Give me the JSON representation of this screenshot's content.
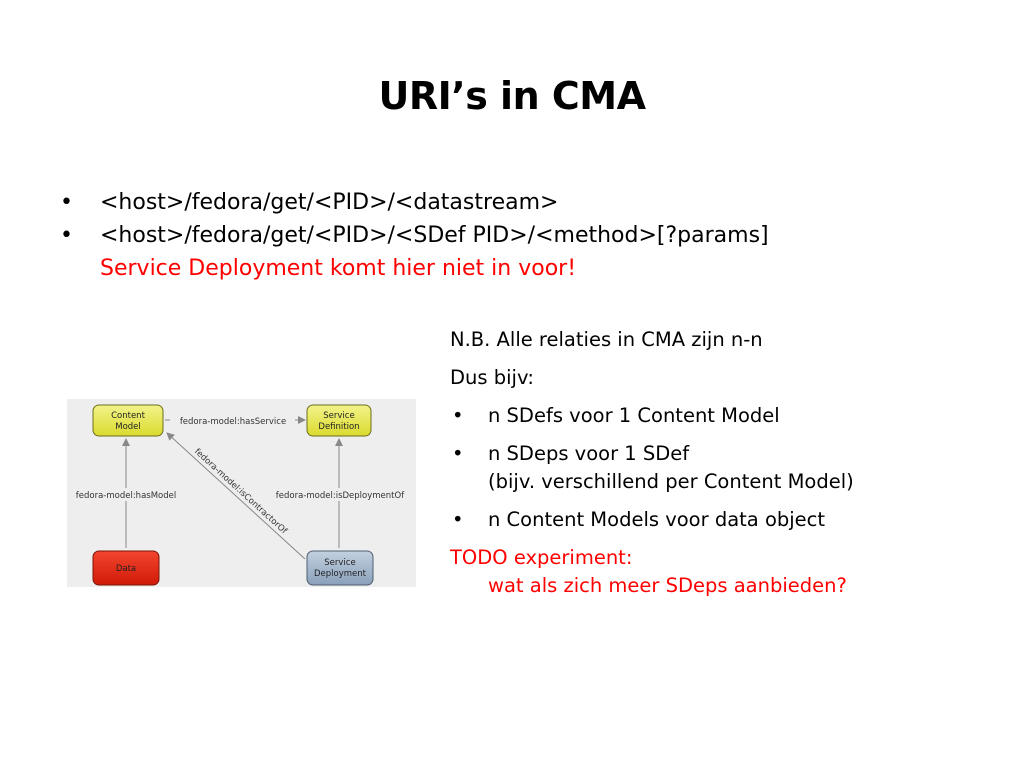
{
  "slide": {
    "title": "URI’s in CMA",
    "bullets": [
      {
        "text": "<host>/fedora/get/<PID>/<datastream>"
      },
      {
        "text": "<host>/fedora/get/<PID>/<SDef PID>/<method>[?params]",
        "note": "Service Deployment komt hier niet in voor!"
      }
    ],
    "bullet_glyph": "•"
  },
  "notes": {
    "nb": "N.B. Alle relaties in CMA zijn n-n",
    "dus": "Dus bijv:",
    "items": [
      {
        "text": "n SDefs voor 1 Content Model"
      },
      {
        "text": "n SDeps voor 1 SDef",
        "sub": "(bijv. verschillend per Content Model)"
      },
      {
        "text": "n Content Models voor data object"
      }
    ],
    "todo_title": "TODO experiment:",
    "todo_text": "wat als zich meer SDeps aanbieden?"
  },
  "diagram": {
    "nodes": {
      "content_model": [
        "Content",
        "Model"
      ],
      "service_definition": [
        "Service",
        "Definition"
      ],
      "data": "Data",
      "service_deployment": [
        "Service",
        "Deployment"
      ]
    },
    "edges": {
      "has_service": "fedora-model:hasService",
      "has_model": "fedora-model:hasModel",
      "is_deployment_of": "fedora-model:isDeploymentOf",
      "is_contractor_of": "fedora-model:isContractorOf"
    },
    "colors": {
      "yellow_node": "#e8e84a",
      "red_node": "#e8220e",
      "blue_node": "#9fb4cc",
      "background": "#eeeeee",
      "edge": "#888888"
    }
  }
}
